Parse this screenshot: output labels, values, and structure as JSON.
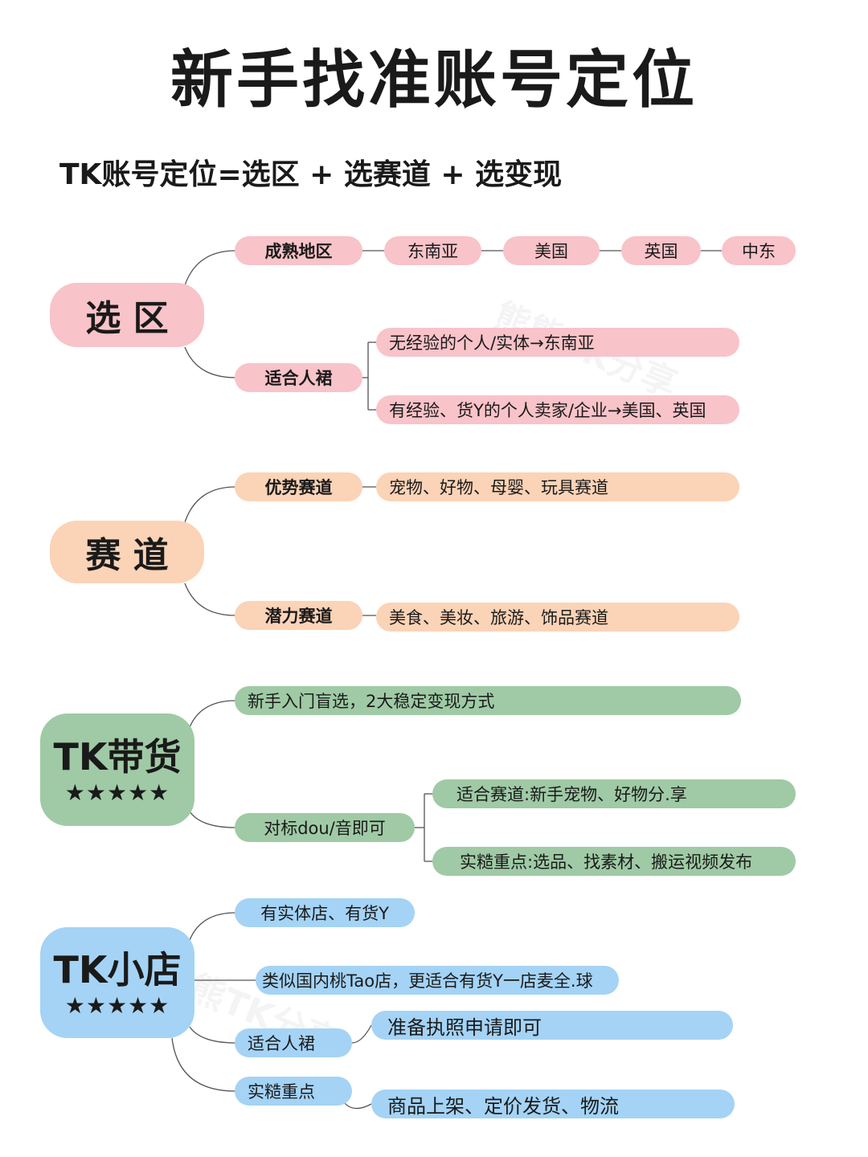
{
  "title": "新手找准账号定位",
  "formula": "TK账号定位=选区 + 选赛道 + 选变现",
  "watermark": "熊熊TK分享",
  "colors": {
    "pink": "#f8c3c9",
    "orange": "#fbd3b6",
    "green": "#9fcaa5",
    "blue": "#a4d3f5"
  },
  "region": {
    "label": "选 区",
    "mature": {
      "label": "成熟地区",
      "items": [
        "东南亚",
        "美国",
        "英国",
        "中东"
      ]
    },
    "suitable": {
      "label": "适合人裙",
      "items": [
        "无经验的个人/实体→东南亚",
        "有经验、货Y的个人卖家/企业→美国、英国"
      ]
    }
  },
  "track": {
    "label": "赛 道",
    "advantage": {
      "label": "优势赛道",
      "value": "宠物、好物、母婴、玩具赛道"
    },
    "potential": {
      "label": "潜力赛道",
      "value": "美食、美妆、旅游、饰品赛道"
    }
  },
  "daihuo": {
    "label": "TK带货",
    "stars": "★★★★★",
    "intro": "新手入门盲选，2大稳定变现方式",
    "benchmark": {
      "label": "对标dou/音即可",
      "items": [
        "适合赛道:新手宠物、好物分.享",
        "实糙重点:选品、找素材、搬运视频发布"
      ]
    }
  },
  "shop": {
    "label": "TK小店",
    "stars": "★★★★★",
    "items": {
      "physical": "有实体店、有货Y",
      "similar": "类似国内桃Tao店，更适合有货Y一店麦全.球",
      "crowd_label": "适合人裙",
      "crowd_value": "准备执照申请即可",
      "key_label": "实糙重点",
      "key_value": "商品上架、定价发货、物流"
    }
  }
}
